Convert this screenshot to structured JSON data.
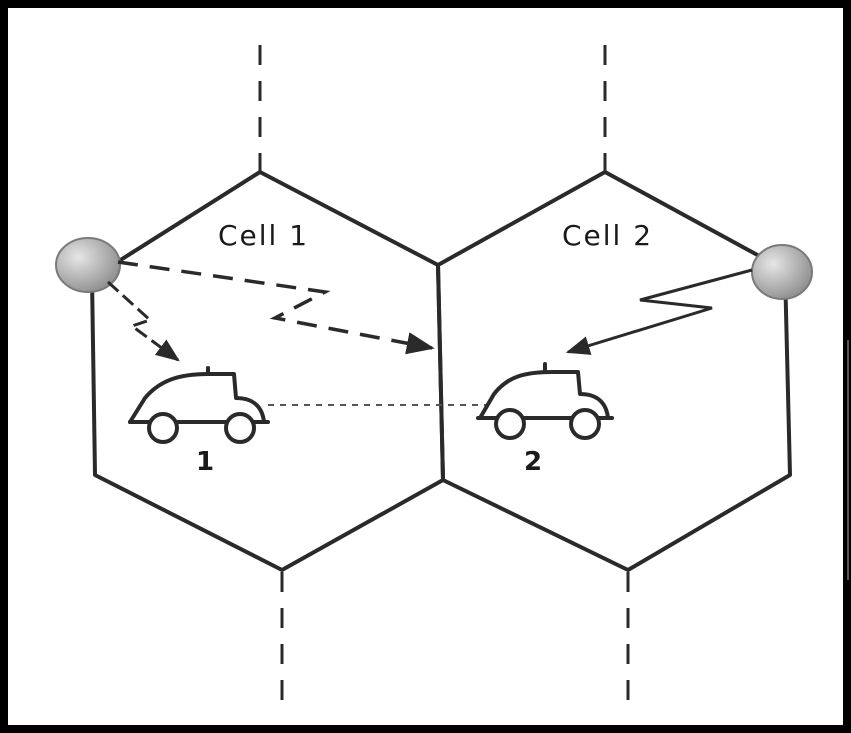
{
  "diagram": {
    "cells": [
      {
        "label": "Cell 1"
      },
      {
        "label": "Cell 2"
      }
    ],
    "vehicles": [
      {
        "label": "1"
      },
      {
        "label": "2"
      }
    ],
    "colors": {
      "frame": "#000000",
      "line": "#2a2a2a",
      "tower": "#a9a9a9",
      "background": "#ffffff"
    }
  }
}
